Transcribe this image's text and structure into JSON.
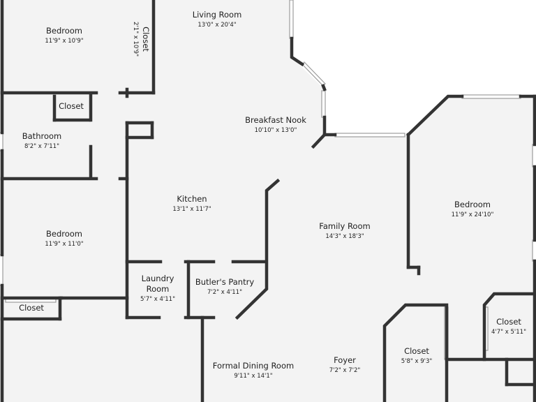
{
  "colors": {
    "floor": "#f3f3f3",
    "wall": "#333333",
    "window": "#9c9c9c",
    "background": "#ffffff"
  },
  "rooms": {
    "bedroom_nw": {
      "name": "Bedroom",
      "dims": "11'9\" x 10'9\""
    },
    "closet_nw": {
      "name": "Closet",
      "dims": "2'1\" x 10'9\""
    },
    "living_room": {
      "name": "Living Room",
      "dims": "13'0\" x 20'4\""
    },
    "closet_bath": {
      "name": "Closet"
    },
    "bathroom": {
      "name": "Bathroom",
      "dims": "8'2\" x 7'11\""
    },
    "breakfast_nook": {
      "name": "Breakfast Nook",
      "dims": "10'10\" x 13'0\""
    },
    "kitchen": {
      "name": "Kitchen",
      "dims": "13'1\" x 11'7\""
    },
    "bedroom_w": {
      "name": "Bedroom",
      "dims": "11'9\" x 11'0\""
    },
    "family_room": {
      "name": "Family Room",
      "dims": "14'3\" x 18'3\""
    },
    "bedroom_e": {
      "name": "Bedroom",
      "dims": "11'9\" x 24'10\""
    },
    "laundry": {
      "name": "Laundry Room",
      "name_line1": "Laundry",
      "name_line2": "Room",
      "dims": "5'7\" x 4'11\""
    },
    "butlers_pantry": {
      "name": "Butler's Pantry",
      "dims": "7'2\" x 4'11\""
    },
    "closet_w": {
      "name": "Closet"
    },
    "closet_e": {
      "name": "Closet",
      "dims": "4'7\" x 5'11\""
    },
    "closet_s": {
      "name": "Closet",
      "dims": "5'8\" x 9'3\""
    },
    "formal_dining": {
      "name": "Formal Dining Room",
      "dims": "9'11\" x 14'1\""
    },
    "foyer": {
      "name": "Foyer",
      "dims": "7'2\" x 7'2\""
    }
  }
}
